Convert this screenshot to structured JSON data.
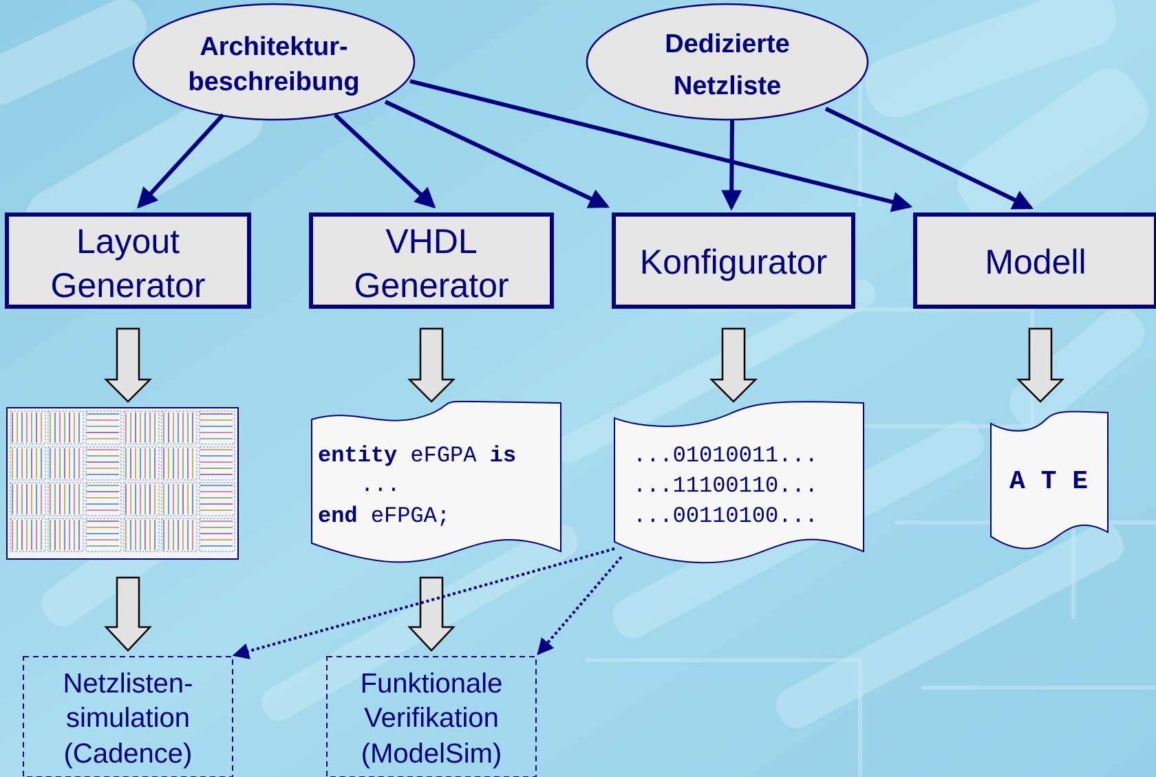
{
  "sources": {
    "architecture": {
      "line1": "Architektur-",
      "line2": "beschreibung"
    },
    "netlist": {
      "line1": "Dedizierte",
      "line2": "Netzliste"
    }
  },
  "generators": {
    "layout": {
      "line1": "Layout",
      "line2": "Generator"
    },
    "vhdl": {
      "line1": "VHDL",
      "line2": "Generator"
    },
    "configurator": {
      "label": "Konfigurator"
    },
    "model": {
      "label": "Modell"
    }
  },
  "outputs": {
    "vhdl_code": {
      "line1_kw1": "entity",
      "line1_name": " eFGPA ",
      "line1_kw2": "is",
      "line2": "...",
      "line3_kw": "end",
      "line3_name": " eFPGA;"
    },
    "bitstream": {
      "line1": "...01010011...",
      "line2": "...11100110...",
      "line3": "...00110100..."
    },
    "ate": {
      "label": "A T E"
    }
  },
  "verification": {
    "netlist_sim": {
      "line1": "Netzlisten-",
      "line2": "simulation",
      "line3": "(Cadence)"
    },
    "functional": {
      "line1": "Funktionale",
      "line2": "Verifikation",
      "line3": "(ModelSim)"
    }
  },
  "colors": {
    "navy": "#000080",
    "shape_fill": "#e6e6e6",
    "doc_fill": "#f7f7f7",
    "background": "#9ed6ec"
  }
}
